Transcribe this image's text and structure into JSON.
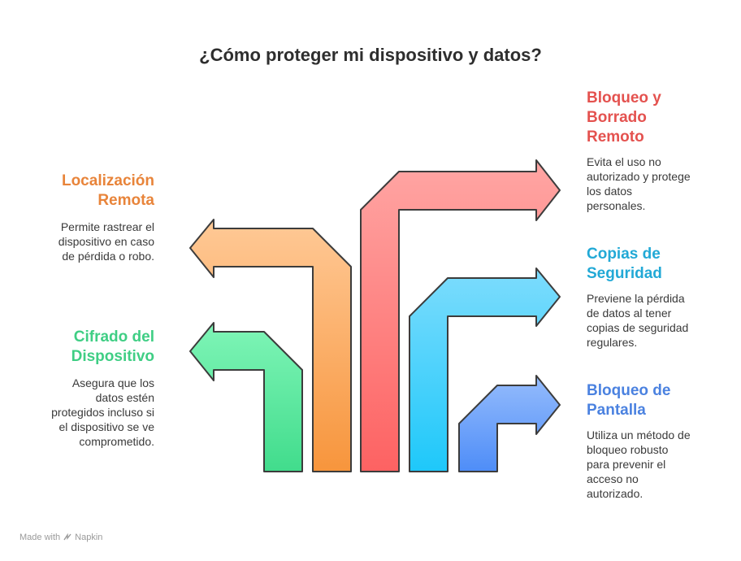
{
  "title": "¿Cómo proteger mi dispositivo y datos?",
  "items": [
    {
      "title": "Cifrado del\nDispositivo",
      "description": "Asegura que los\ndatos estén\nprotegidos incluso si\nel dispositivo se ve\ncomprometido.",
      "color": "#3fce84"
    },
    {
      "title": "Localización\nRemota",
      "description": "Permite rastrear el\ndispositivo en caso\nde pérdida o robo.",
      "color": "#e8843a"
    },
    {
      "title": "Bloqueo y\nBorrado\nRemoto",
      "description": "Evita el uso no\nautorizado y protege\nlos datos\npersonales.",
      "color": "#e4524f"
    },
    {
      "title": "Copias de\nSeguridad",
      "description": "Previene la pérdida\nde datos al tener\ncopias de seguridad\nregulares.",
      "color": "#22a9d6"
    },
    {
      "title": "Bloqueo de\nPantalla",
      "description": "Utiliza un método de\nbloqueo robusto\npara prevenir el\nacceso no\nautorizado.",
      "color": "#4b82e0"
    }
  ],
  "footer": {
    "text": "Made with",
    "brand": "Napkin"
  }
}
